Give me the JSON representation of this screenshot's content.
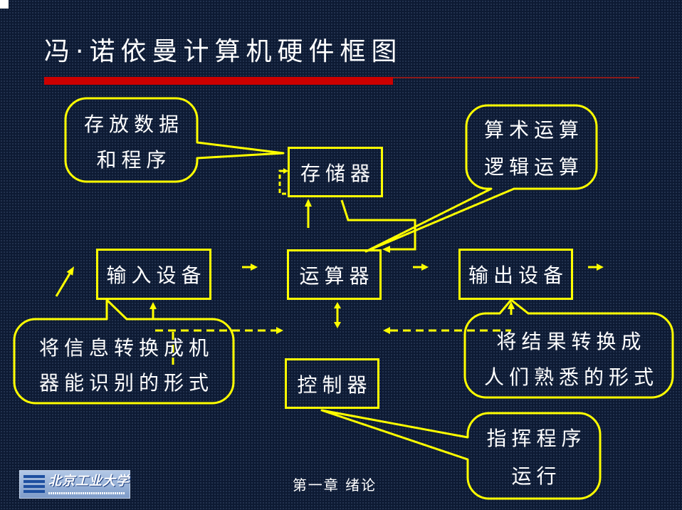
{
  "slide": {
    "title": "冯·诺依曼计算机硬件框图",
    "footer": "第一章 绪论",
    "logo_text": "北京工业大学"
  },
  "components": {
    "memory": "存储器",
    "alu": "运算器",
    "controller": "控制器",
    "input": "输入设备",
    "output": "输出设备"
  },
  "callouts": {
    "memory": [
      "存放数据",
      "和程序"
    ],
    "alu": [
      "算术运算",
      "逻辑运算"
    ],
    "input": [
      "将信息转换成机",
      "器能识别的形式"
    ],
    "output": [
      "将结果转换成",
      "人们熟悉的形式"
    ],
    "controller": [
      "指挥程序",
      "运行"
    ]
  },
  "colors": {
    "background": "#0d1a33",
    "accent": "#ffff00",
    "title_bar": "#cc0000",
    "title_line": "#8b1a1a",
    "text": "#ffffff"
  }
}
